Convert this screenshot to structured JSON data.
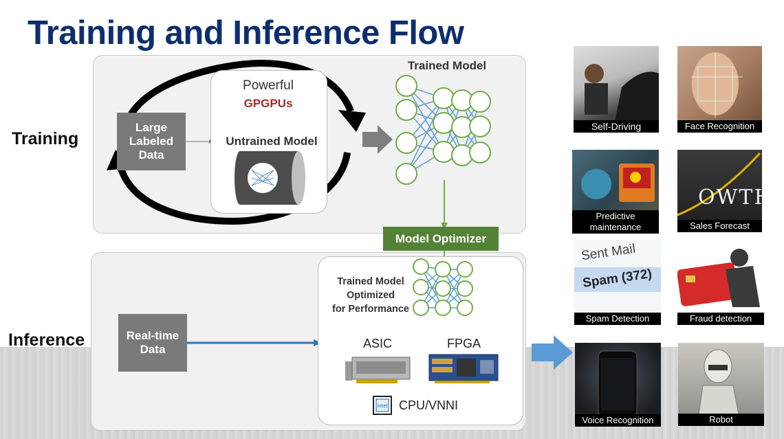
{
  "title": "Training and Inference Flow",
  "rows": {
    "training": "Training",
    "inference": "Inference"
  },
  "training": {
    "data_box": "Large\nLabeled\nData",
    "powerful": "Powerful",
    "gpgpus": "GPGPUs",
    "untrained": "Untrained Model",
    "trained_model": "Trained Model"
  },
  "optimizer": "Model Optimizer",
  "inference": {
    "data_box": "Real-time\nData",
    "optimized": "Trained Model\nOptimized\nfor Performance",
    "asic": "ASIC",
    "fpga": "FPGA",
    "cpu": "CPU/VNNI"
  },
  "applications": [
    {
      "caption": "Self-Driving"
    },
    {
      "caption": "Face Recognition"
    },
    {
      "caption": "Predictive\nmaintenance"
    },
    {
      "caption": "Sales Forecast",
      "overlay": "OWTH"
    },
    {
      "caption": "Spam Detection",
      "overlay_1": "Sent Mail",
      "overlay_2": "Spam (372)"
    },
    {
      "caption": "Fraud detection"
    },
    {
      "caption": "Voice Recognition"
    },
    {
      "caption": "Robot"
    }
  ],
  "colors": {
    "title": "#0d2e6e",
    "gpgpu": "#a52a2a",
    "network": "#70ad47",
    "optimizer": "#548235",
    "arrow_blue": "#2e75b6",
    "neuron_edges": "#5b9bd5"
  },
  "icons": [
    "cycle-arrow-icon",
    "neural-network-icon",
    "cylinder-icon",
    "asic-card-icon",
    "fpga-card-icon",
    "intel-chip-icon",
    "block-arrow-icon"
  ]
}
